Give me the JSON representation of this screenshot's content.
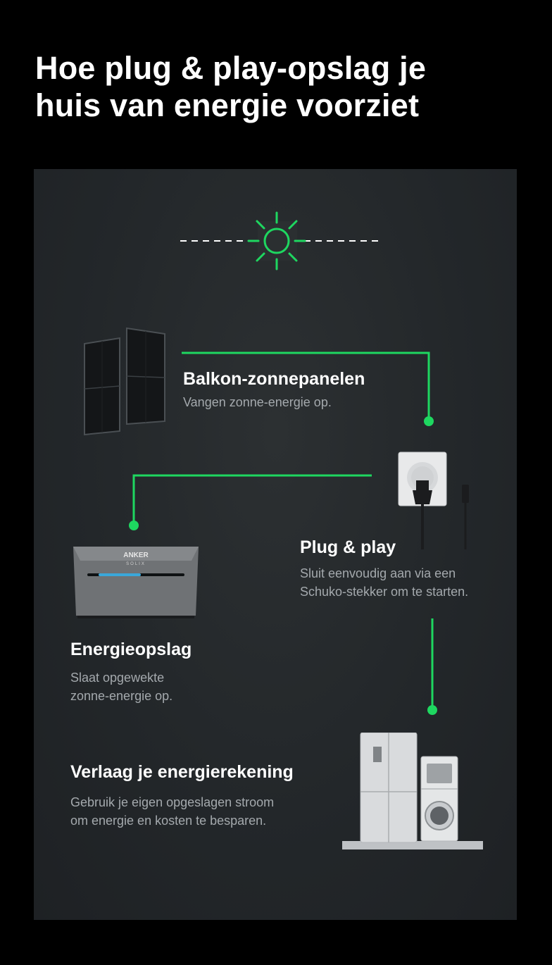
{
  "header": {
    "title_line1": "Hoe plug & play-opslag je",
    "title_line2": "huis van energie voorziet"
  },
  "colors": {
    "accent": "#1ed760",
    "background": "#000000",
    "card": "#25292c",
    "text": "#ffffff",
    "muted_text": "#a4a9ad"
  },
  "steps": [
    {
      "title": "Balkon-zonnepanelen",
      "desc_line1": "Vangen zonne-energie op.",
      "icon": "solar-panels-icon"
    },
    {
      "title": "Plug & play",
      "desc_line1": "Sluit eenvoudig aan via een",
      "desc_line2": "Schuko-stekker om te starten.",
      "icon": "schuko-plug-icon"
    },
    {
      "title": "Energieopslag",
      "desc_line1": "Slaat opgewekte",
      "desc_line2": "zonne-energie op.",
      "icon": "battery-storage-icon",
      "brand_line1": "ANKER",
      "brand_line2": "SOLIX"
    },
    {
      "title": "Verlaag je energierekening",
      "desc_line1": "Gebruik je eigen opgeslagen stroom",
      "desc_line2": "om energie en kosten te besparen.",
      "icon": "home-appliances-icon"
    }
  ],
  "sun_icon": "sun-icon"
}
